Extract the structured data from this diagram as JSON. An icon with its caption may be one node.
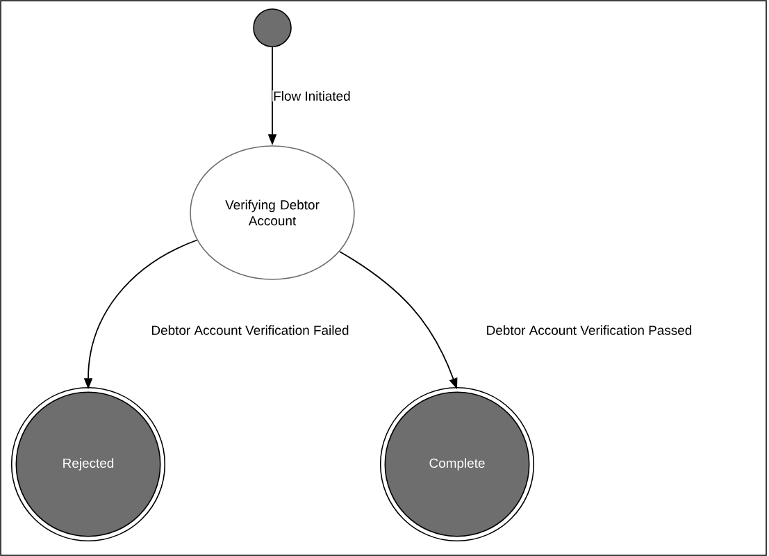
{
  "diagram": {
    "nodes": [
      {
        "text": [],
        "shape": "circle"
      },
      {
        "text": [
          "Verifying Debtor Account"
        ]
      },
      {
        "text": [
          "Rejected"
        ]
      },
      {
        "text": [
          "Complete"
        ]
      }
    ],
    "edges": [
      {
        "from": 0,
        "to": 1,
        "arrow": "to",
        "label": "Flow Initiated"
      },
      {
        "from": 1,
        "to": 2,
        "arrow": "to",
        "label": "Debtor Account Verification Failed"
      },
      {
        "from": 1,
        "to": 3,
        "arrow": "to",
        "label": "Debtor Account Verification Passed"
      }
    ]
  }
}
